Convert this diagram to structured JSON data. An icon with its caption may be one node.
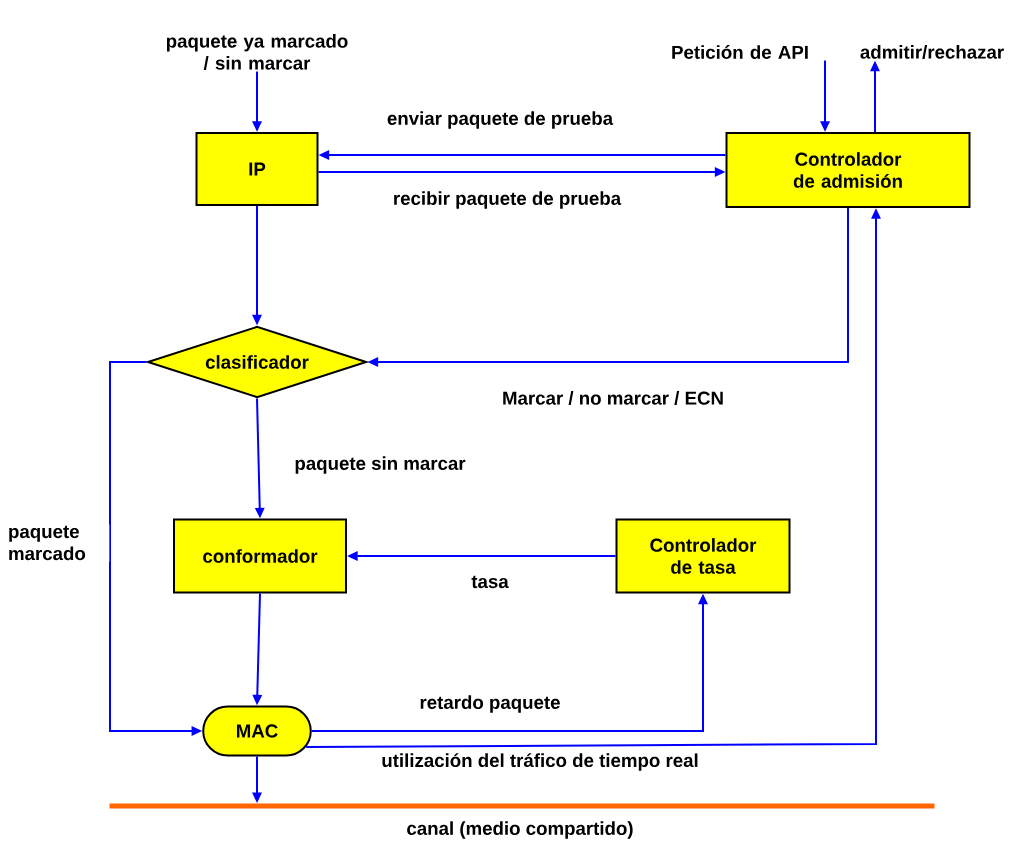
{
  "diagram": {
    "nodes": [
      {
        "text": [
          "IP"
        ]
      },
      {
        "text": [
          "Controlador de admisión"
        ]
      },
      {
        "text": [
          "clasificador"
        ]
      },
      {
        "text": [
          "conformador"
        ]
      },
      {
        "text": [
          "Controlador de tasa"
        ]
      },
      {
        "text": [
          "MAC"
        ]
      },
      {
        "text": [],
        "shape": "bar",
        "beside": [
          "canal (medio compartido)"
        ]
      },
      {
        "text": [
          "paquete ya marcado / sin marcar"
        ]
      },
      {
        "text": [
          "Petición de API"
        ]
      },
      {
        "text": [
          "admitir/rechazar"
        ]
      }
    ],
    "edges": [
      {
        "from": 7,
        "to": 0,
        "arrow": "to"
      },
      {
        "from": 1,
        "to": 0,
        "arrow": "to",
        "label": "enviar paquete de prueba"
      },
      {
        "from": 0,
        "to": 1,
        "arrow": "to",
        "label": "recibir paquete de prueba"
      },
      {
        "from": 0,
        "to": 2,
        "arrow": "to"
      },
      {
        "from": 1,
        "to": 2,
        "arrow": "to",
        "label": "Marcar / no marcar / ECN"
      },
      {
        "from": 2,
        "to": 3,
        "arrow": "to",
        "label": "paquete sin marcar"
      },
      {
        "from": 2,
        "to": 5,
        "arrow": "to",
        "label": "paquete marcado"
      },
      {
        "from": 4,
        "to": 3,
        "arrow": "to",
        "label": "tasa"
      },
      {
        "from": 3,
        "to": 5,
        "arrow": "to"
      },
      {
        "from": 5,
        "to": 4,
        "arrow": "to",
        "label": "retardo paquete"
      },
      {
        "from": 5,
        "to": 1,
        "arrow": "to",
        "label": "utilización del tráfico de tiempo real"
      },
      {
        "from": 5,
        "to": 6,
        "arrow": "to"
      },
      {
        "from": 8,
        "to": 1,
        "arrow": "to"
      },
      {
        "from": 1,
        "to": 9,
        "arrow": "to"
      }
    ]
  }
}
